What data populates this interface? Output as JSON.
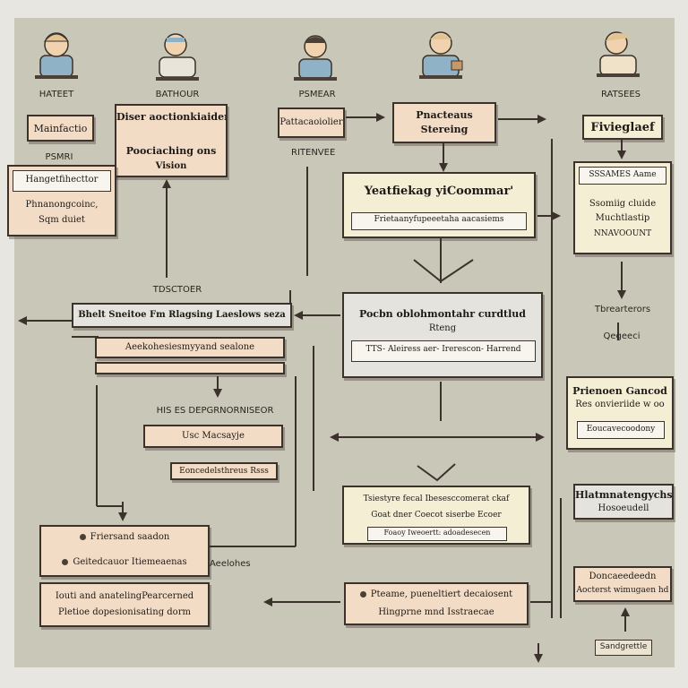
{
  "palette": {
    "background": "#c9c8b8",
    "border": "#3b332b",
    "box_peach": "#f3dcc6",
    "box_cream": "#f4eed4",
    "box_gray": "#e5e3dd"
  },
  "actors": [
    {
      "icon": "person-avatar-icon",
      "label": "HATEET"
    },
    {
      "icon": "person-avatar-icon",
      "label": "BATHOUR"
    },
    {
      "icon": "person-avatar-icon",
      "label": "PSMEAR"
    },
    {
      "icon": "person-avatar-icon",
      "label": ""
    },
    {
      "icon": "person-avatar-icon",
      "label": "RATSEES"
    }
  ],
  "boxes": {
    "b1": {
      "text": "Mainfactio"
    },
    "b2": {
      "line1": "Diser aoctionkiaiders",
      "line2": "Poociaching ons",
      "line3": "Vision"
    },
    "b3": {
      "text": "Pattacaoiolier"
    },
    "b4": {
      "line1": "Pnacteaus",
      "line2": "Stereing"
    },
    "b5": {
      "text": "Fivieglaef"
    },
    "b6": {
      "line1": "Hangetfihecttor",
      "line2": "Phnanongcoinc,",
      "line3": "Sqm duiet"
    },
    "b7": {
      "title": "Yeatfiekag yiCoommar'",
      "sub": "Frietaanyfupeeetaha aacasiems"
    },
    "b8": {
      "line1": "SSSAMES Aame",
      "line2": "Ssomiig cluide",
      "line3": "Muchtlastip",
      "line4": "NNAVOOUNT"
    },
    "b9": {
      "text": "Bhelt Sneitoe Fm Rlagsing Laeslows seza"
    },
    "b10": {
      "text": "Aeekohesiesmyyand sealone"
    },
    "b11": {
      "line1": "Pocbn oblohmontahr curdtlud",
      "line2": "Rteng",
      "sub": "TTS- Aleiress aer- Irerescon- Harrend"
    },
    "b12": {
      "line1": "Prienoen Gancod",
      "line2": "Res onvieriide w oo",
      "line3": "Eoucavecoodony"
    },
    "b13": {
      "text": "Usc Macsayje"
    },
    "b14": {
      "text": "Eoncedelsthreus Rsss"
    },
    "b15": {
      "line1": "Tsiestyre fecal Ibesesccomerat ckaf",
      "line2": "Goat dner Coecot siserbe Ecoer",
      "line3": "Foaoy Iweoertt: adoadesecen"
    },
    "b16": {
      "line1": "Hlatmnatengychs",
      "line2": "Hosoeudell"
    },
    "b17": {
      "line1": "Friersand saadon",
      "line2": "Geitedcauor Itiemeaenas"
    },
    "b18": {
      "line1": "Iouti and anatelingPearcerned",
      "line2": "Pletioe dopesionisating dorm"
    },
    "b19": {
      "line1": "Pteame, pueneltiert decaiosent",
      "line2": "Hingprne mnd Isstraecae"
    },
    "b20": {
      "line1": "Doncaeedeedn",
      "line2": "Aocterst wimugaen hd"
    }
  },
  "labels": {
    "l1": "PSMRI",
    "l2": "RITENVEE",
    "l3": "TDSCTOER",
    "l4": "Tbrearterors",
    "l5": "Qegeeci",
    "l6": "HIS ES DEPGRNORNISEOR",
    "l7": "Aeelohes",
    "l8": "Sandgrettle"
  }
}
